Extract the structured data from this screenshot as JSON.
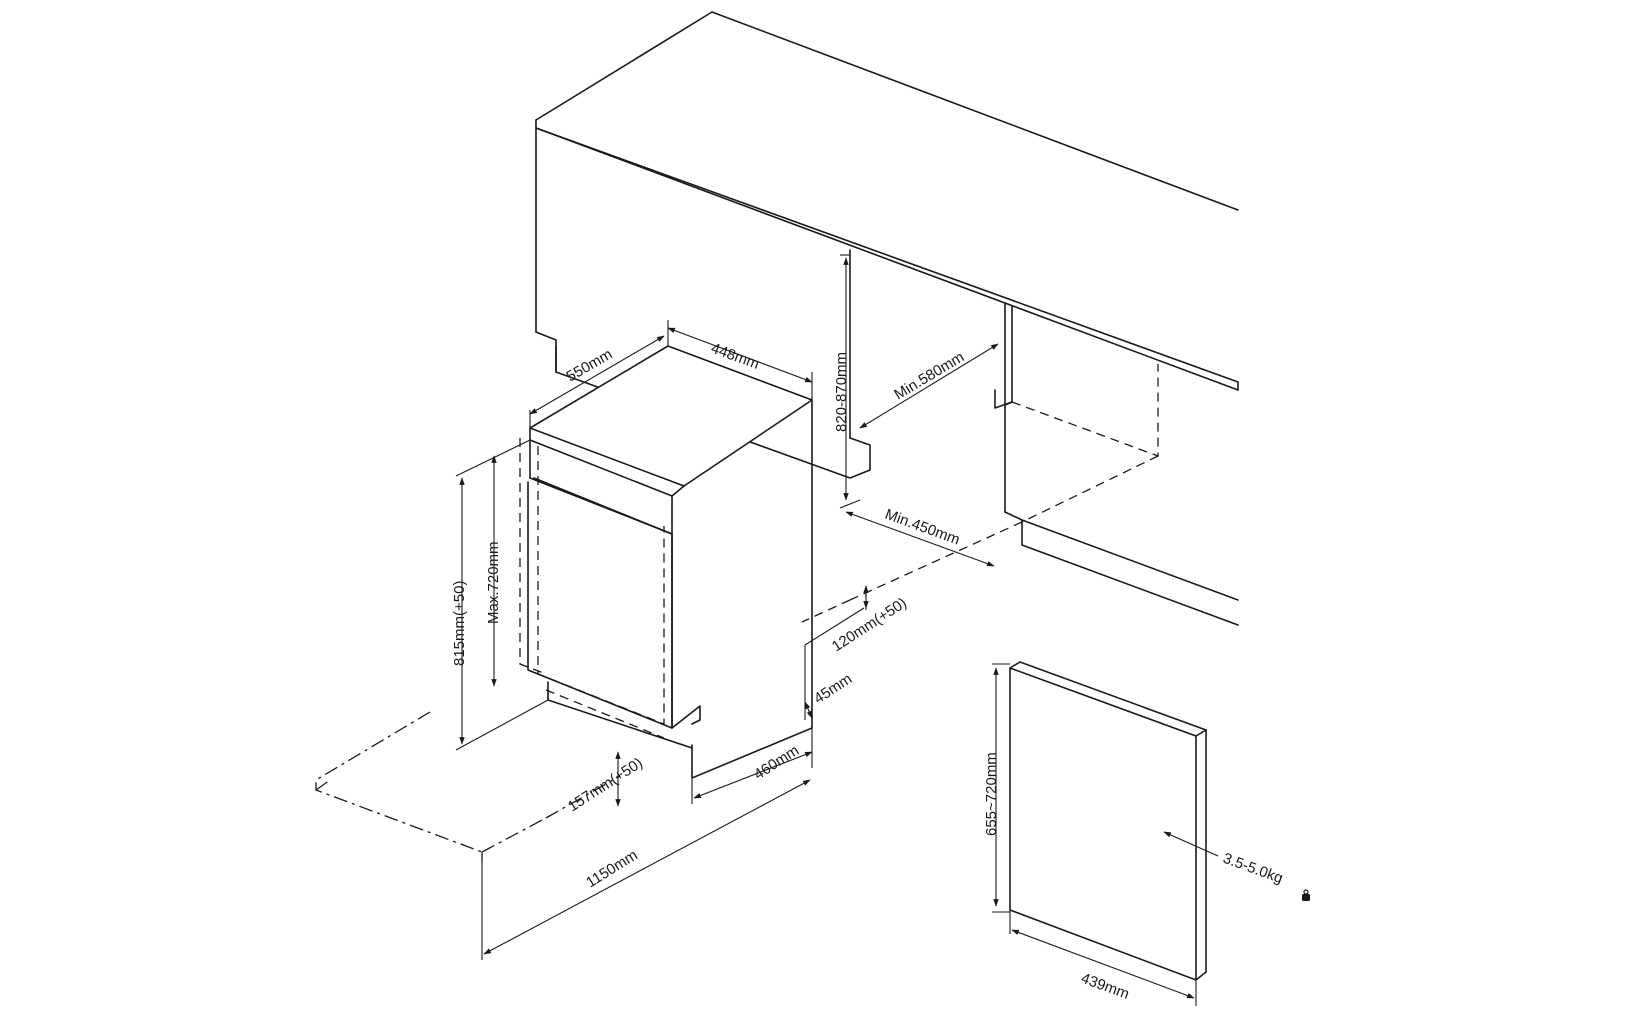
{
  "labels": {
    "width_448": "448mm",
    "depth_550": "550mm",
    "height_820_870": "820-870mm",
    "min_580": "Min.580mm",
    "min_450": "Min.450mm",
    "height_815": "815mm(+50)",
    "max_720": "Max.720mm",
    "plinth_120": "120mm(+50)",
    "gap_45": "45mm",
    "depth_460": "460mm",
    "plinth_157": "157mm(+50)",
    "length_1150": "1150mm",
    "panel_height": "655~720mm",
    "panel_width": "439mm",
    "panel_weight": "3.5-5.0kg"
  },
  "icons": {
    "weight": "weight-icon"
  }
}
